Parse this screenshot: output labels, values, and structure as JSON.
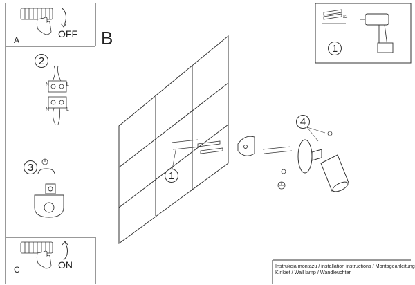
{
  "panel_a": {
    "letter": "A",
    "action": "OFF"
  },
  "panel_c": {
    "letter": "C",
    "action": "ON"
  },
  "main_label": "B",
  "steps": {
    "s1_tools": "1",
    "s2": "2",
    "s3": "3",
    "s4": "4",
    "s1_wall": "1"
  },
  "tools": {
    "quantity": "x2"
  },
  "connector": {
    "top_n": "N",
    "top_l": "L",
    "bottom_n": "N",
    "bottom_l": "L"
  },
  "footer": {
    "line1": "Instrukcja montażu / installation instructions / Montageanleitung",
    "line2": "Kinkiet / Wall lamp / Wandleuchter"
  },
  "icons": [
    "breaker-panel-icon",
    "hand-icon",
    "arrow-icon",
    "wall-plug-icon",
    "screw-icon",
    "drill-icon",
    "terminal-block-icon",
    "ground-symbol-icon",
    "wall-lamp-icon"
  ]
}
